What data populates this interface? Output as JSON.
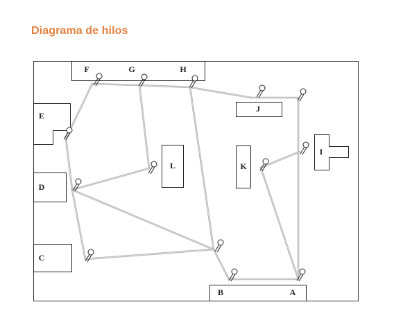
{
  "header": {
    "title": "Diagrama de hilos"
  },
  "colors": {
    "title": "#E0813F",
    "wire": "#b3b3b3",
    "outline": "#222222"
  },
  "components": {
    "A": "A",
    "B": "B",
    "C": "C",
    "D": "D",
    "E": "E",
    "F": "F",
    "G": "G",
    "H": "H",
    "I": "I",
    "J": "J",
    "K": "K",
    "L": "L"
  },
  "wire_connections": [
    [
      "F",
      "G"
    ],
    [
      "G",
      "H"
    ],
    [
      "H",
      "J"
    ],
    [
      "F",
      "E"
    ],
    [
      "E",
      "D"
    ],
    [
      "D",
      "C"
    ],
    [
      "G",
      "L"
    ],
    [
      "L",
      "D"
    ],
    [
      "D",
      "center-pin"
    ],
    [
      "C",
      "center-pin"
    ],
    [
      "H",
      "center-pin"
    ],
    [
      "center-pin",
      "B"
    ],
    [
      "B",
      "A"
    ],
    [
      "J",
      "A"
    ],
    [
      "K",
      "A"
    ],
    [
      "K",
      "I"
    ]
  ]
}
